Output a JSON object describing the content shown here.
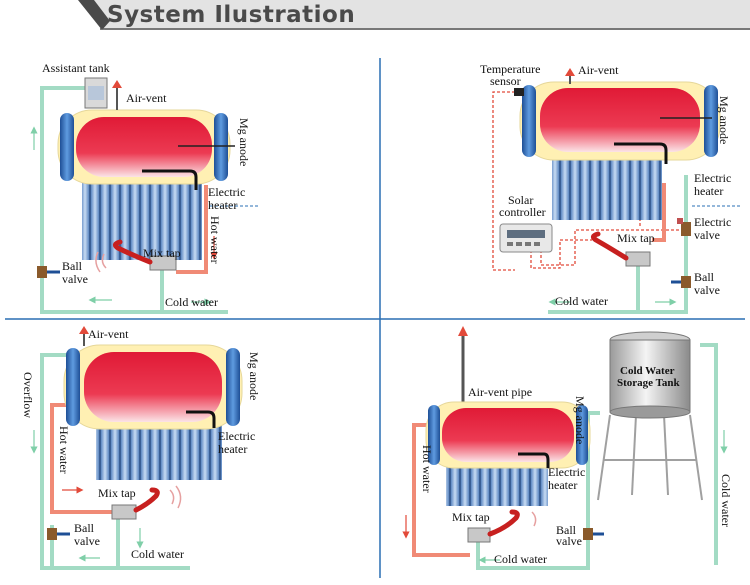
{
  "header": {
    "title": "System Ilustration"
  },
  "panel1": {
    "assistant_tank": "Assistant tank",
    "air_vent": "Air-vent",
    "mg_anode": "Mg anode",
    "electric_heater": [
      "Electric",
      "heater"
    ],
    "hot_water": "Hot water",
    "mix_tap": "Mix tap",
    "ball_valve": [
      "Ball",
      "valve"
    ],
    "cold_water": "Cold water"
  },
  "panel2": {
    "temperature_sensor": [
      "Temperature",
      "sensor"
    ],
    "air_vent": "Air-vent",
    "mg_anode": "Mg anode",
    "electric_heater": [
      "Electric",
      "heater"
    ],
    "solar_controller": [
      "Solar",
      "controller"
    ],
    "mix_tap": "Mix tap",
    "electric_valve": [
      "Electric",
      "valve"
    ],
    "ball_valve": [
      "Ball",
      "valve"
    ],
    "cold_water": "Cold water"
  },
  "panel3": {
    "air_vent": "Air-vent",
    "mg_anode": "Mg anode",
    "overflow": "Overflow",
    "hot_water": "Hot water",
    "electric_heater": [
      "Electric",
      "heater"
    ],
    "mix_tap": "Mix tap",
    "ball_valve": [
      "Ball",
      "valve"
    ],
    "cold_water": "Cold water"
  },
  "panel4": {
    "air_vent_pipe": "Air-vent pipe",
    "cold_water_storage_tank": [
      "Cold Water",
      "Storage Tank"
    ],
    "mg_anode": "Mg anode",
    "electric_heater": [
      "Electric",
      "heater"
    ],
    "hot_water": "Hot water",
    "mix_tap": "Mix tap",
    "ball_valve": [
      "Ball",
      "valve"
    ],
    "cold_water_bottom": "Cold water",
    "cold_water_side": "Cold water"
  },
  "colors": {
    "cold_pipe": "#a3dbc4",
    "hot_pipe": "#f08a76",
    "tank_red": "#e01a36",
    "jacket": "#fff0b3",
    "tube_blue": "#8bb3de",
    "divider": "#2a6fb4"
  }
}
